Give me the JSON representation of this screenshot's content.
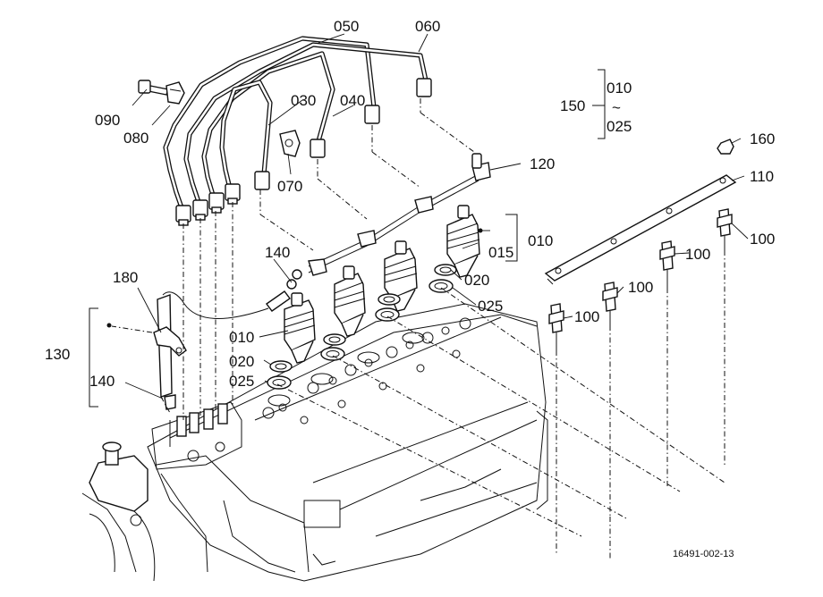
{
  "diagram": {
    "labels": {
      "p050": "050",
      "p060": "060",
      "p090": "090",
      "p080": "080",
      "p030": "030",
      "p040": "040",
      "p070": "070",
      "p120": "120",
      "p150": "150",
      "p150_from": "010",
      "p150_tilde": "~",
      "p150_to": "025",
      "p160": "160",
      "p110": "110",
      "p100_a": "100",
      "p100_b": "100",
      "p100_c": "100",
      "p100_d": "100",
      "p140_top": "140",
      "p180": "180",
      "p010_grp": "010",
      "p015": "015",
      "p020_r": "020",
      "p025_r": "025",
      "p130": "130",
      "p010_l": "010",
      "p020_l": "020",
      "p025_l": "025",
      "p140_bot": "140"
    },
    "reference_code": "16491-002-13"
  }
}
